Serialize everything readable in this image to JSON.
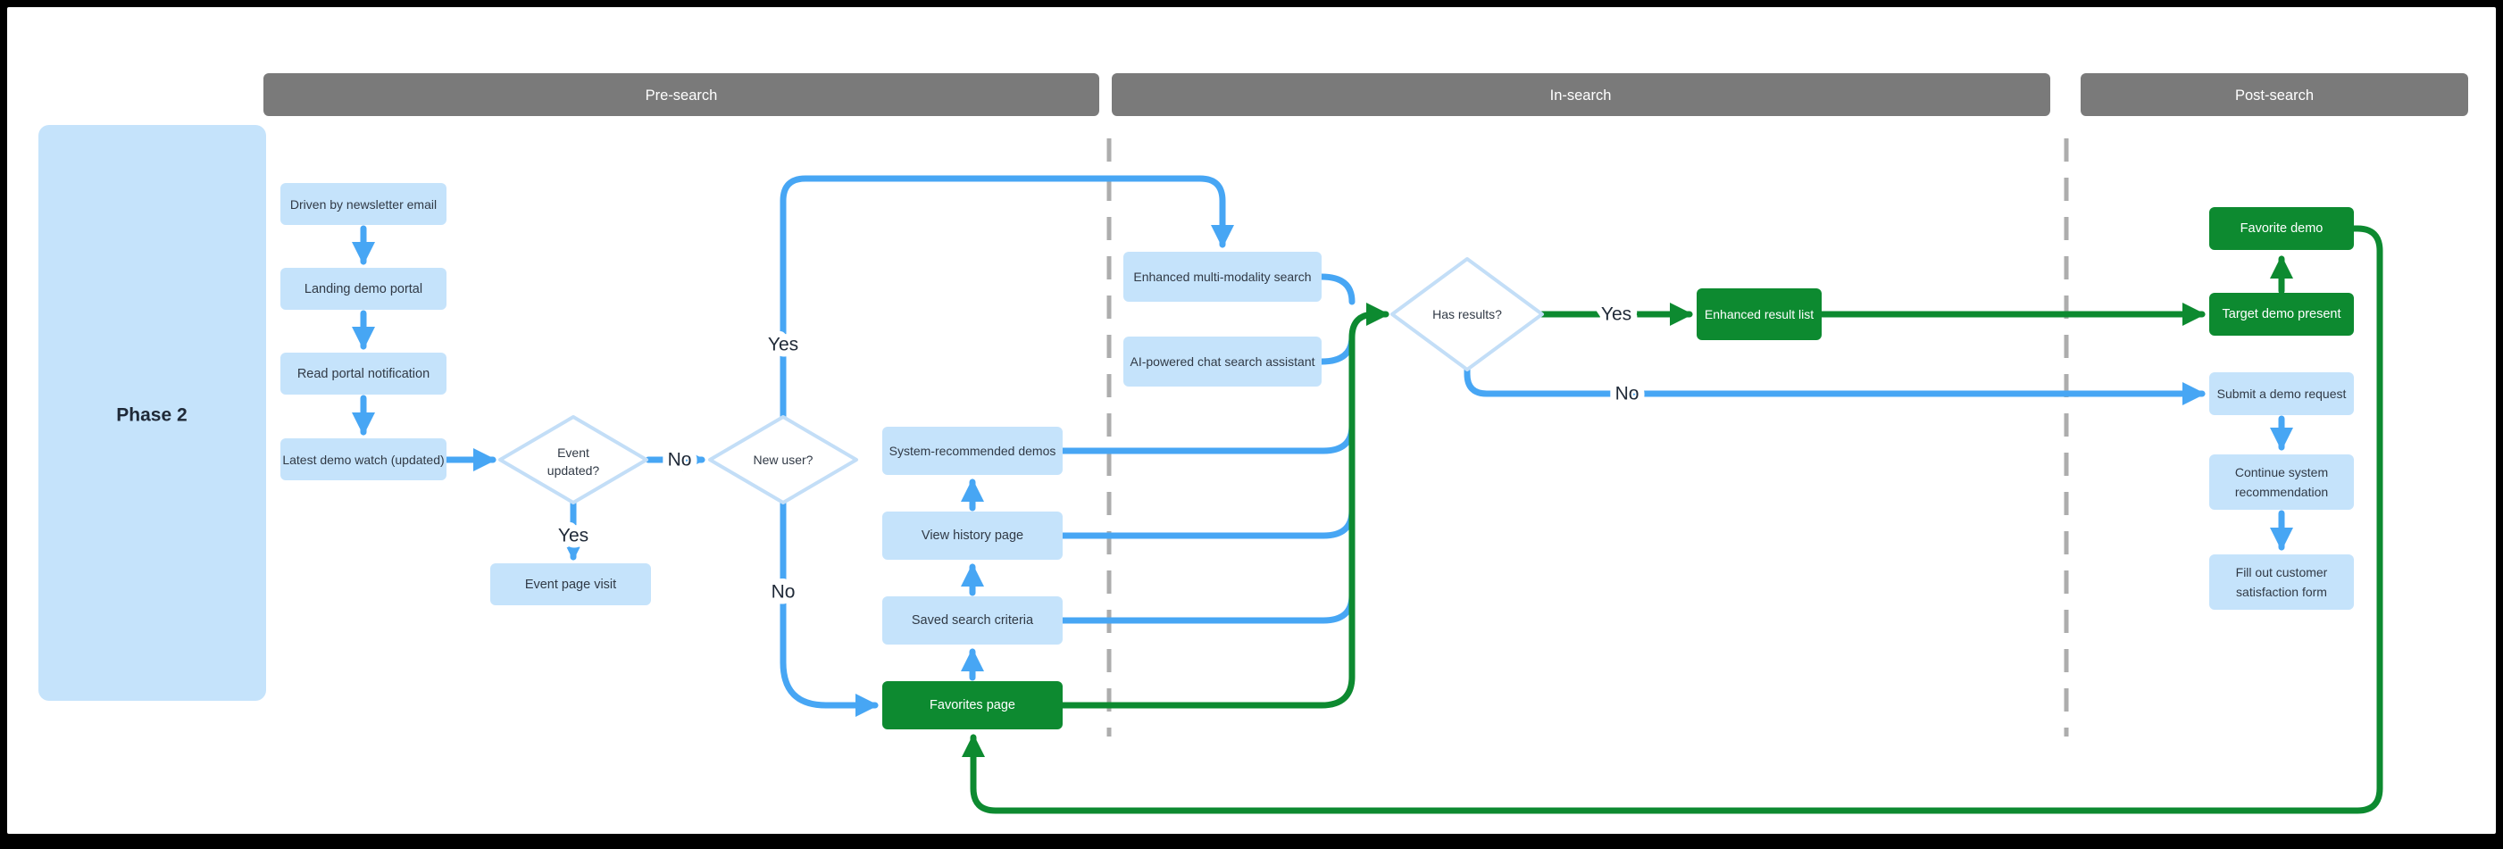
{
  "colors": {
    "arrow_blue": "#47A6F4",
    "flow_green": "#0D8A30",
    "node_fill_blue": "#C5E3FB",
    "node_text": "#313A46",
    "header_fill": "#7A7A7A",
    "divider_gray": "#ADADAD",
    "diamond_stroke": "#C3DEF7"
  },
  "lanes": {
    "pre_search": "Pre-search",
    "in_search": "In-search",
    "post_search": "Post-search"
  },
  "phase": {
    "label": "Phase 2"
  },
  "nodes": {
    "driven_by_newsletter_email": {
      "label": "Driven by newsletter email"
    },
    "landing_demo_portal": {
      "label": "Landing demo portal"
    },
    "read_portal_notification": {
      "label": "Read portal notification"
    },
    "latest_demo_watch": {
      "label": "Latest demo watch (updated)"
    },
    "event_updated": {
      "label": "Event updated?",
      "lines": [
        "Event",
        "updated?"
      ]
    },
    "event_page_visit": {
      "label": "Event page visit"
    },
    "new_user": {
      "label": "New user?"
    },
    "system_recommended_demos": {
      "label": "System-recommended demos"
    },
    "view_history_page": {
      "label": "View history page"
    },
    "saved_search_criteria": {
      "label": "Saved search criteria"
    },
    "favorites_page": {
      "label": "Favorites page"
    },
    "enhanced_multi_modality_search": {
      "label": "Enhanced multi-modality search"
    },
    "ai_chat_search_assistant": {
      "label": "AI-powered chat search assistant"
    },
    "has_results": {
      "label": "Has results?"
    },
    "enhanced_result_list": {
      "label": "Enhanced result list"
    },
    "favorite_demo": {
      "label": "Favorite demo"
    },
    "target_demo_present": {
      "label": "Target demo present"
    },
    "submit_demo_request": {
      "label": "Submit a demo request"
    },
    "continue_system_recommendation": {
      "label": "Continue system recommendation",
      "lines": [
        "Continue system",
        "recommendation"
      ]
    },
    "fill_out_customer_satisfaction_form": {
      "label": "Fill out customer satisfaction form",
      "lines": [
        "Fill out customer",
        "satisfaction form"
      ]
    }
  },
  "edge_labels": {
    "event_updated_no": "No",
    "event_updated_yes": "Yes",
    "new_user_yes": "Yes",
    "new_user_no": "No",
    "has_results_yes": "Yes",
    "has_results_no": "No"
  }
}
